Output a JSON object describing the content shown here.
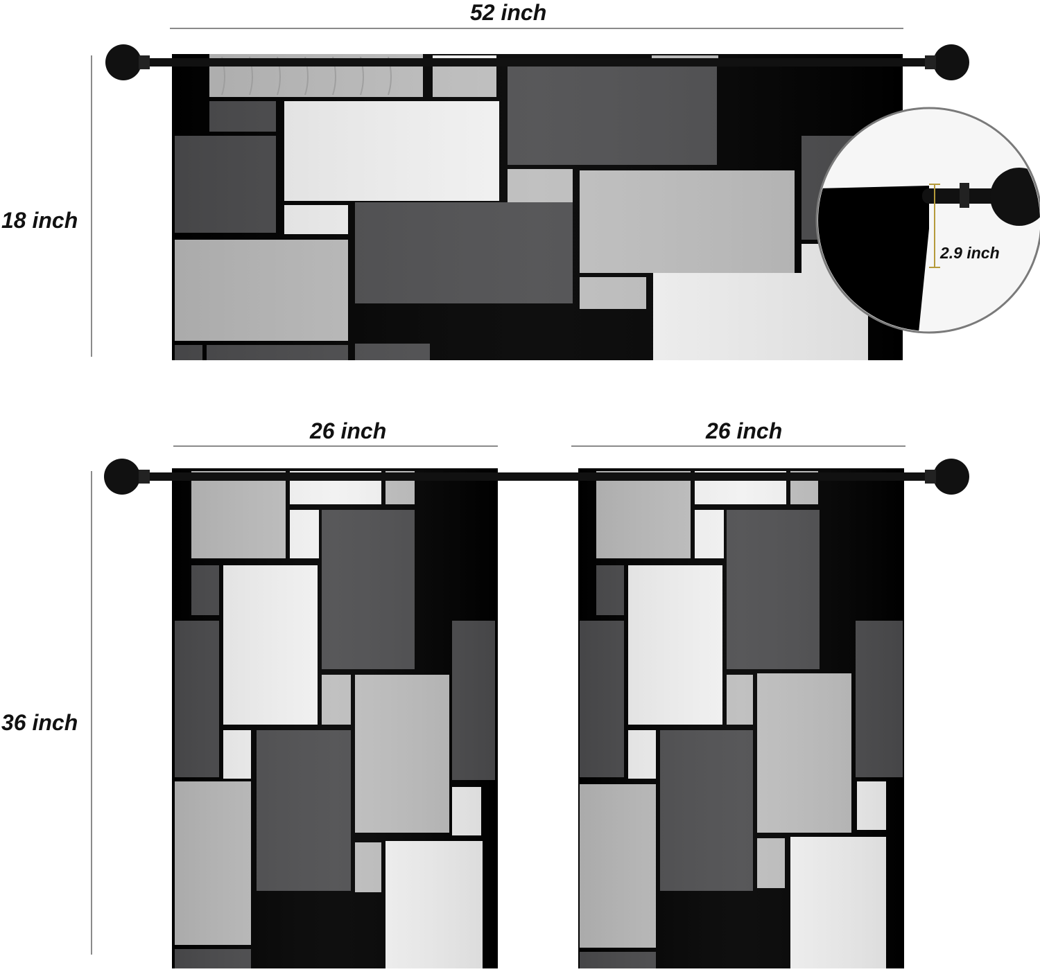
{
  "dimensions": {
    "valance_width": "52 inch",
    "valance_height": "18 inch",
    "tier_left_width": "26 inch",
    "tier_right_width": "26 inch",
    "tier_height": "36 inch",
    "rod_pocket": "2.9 inch"
  },
  "colors": {
    "black": "#000000",
    "dark_gray": "#4d4d4f",
    "light_gray": "#bdbdbd",
    "off_white": "#f1f1f1",
    "rod": "#111111",
    "dimension_line": "#8a8a8a"
  },
  "icons": {
    "rod_finial": "ball-finial-icon",
    "zoom_inset": "magnifier-circle"
  }
}
